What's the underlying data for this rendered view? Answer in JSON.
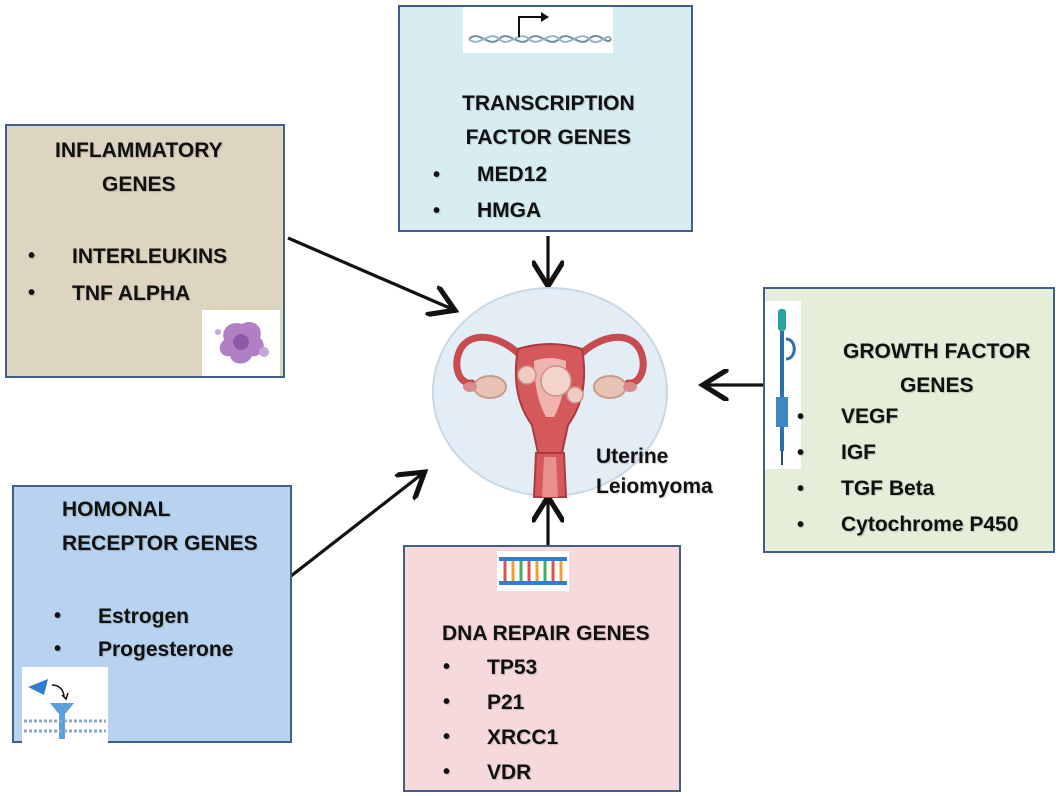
{
  "center": {
    "label_line1": "Uterine",
    "label_line2": "Leiomyoma"
  },
  "boxes": {
    "inflammatory": {
      "title_line1": "INFLAMMATORY",
      "title_line2": "GENES",
      "items": [
        "INTERLEUKINS",
        "TNF ALPHA"
      ],
      "color": "#ddd5bf",
      "icon": "immune-cell-icon"
    },
    "transcription": {
      "title_line1": "TRANSCRIPTION",
      "title_line2": "FACTOR GENES",
      "items": [
        "MED12",
        "HMGA"
      ],
      "color": "#d7edf2",
      "icon": "dna-promoter-icon"
    },
    "growth": {
      "title_line1": "GROWTH FACTOR",
      "title_line2": "GENES",
      "items": [
        "VEGF",
        "IGF",
        "TGF Beta",
        "Cytochrome P450"
      ],
      "color": "#e4eed9",
      "icon": "pipette-icon"
    },
    "hormonal": {
      "title_line1": "HOMONAL",
      "title_line2": "RECEPTOR GENES",
      "items": [
        "Estrogen",
        "Progesterone"
      ],
      "color": "#b8d3ef",
      "icon": "membrane-receptor-icon"
    },
    "dna_repair": {
      "title_line1": "DNA REPAIR GENES",
      "items": [
        "TP53",
        "P21",
        "XRCC1",
        "VDR"
      ],
      "color": "#f6d9db",
      "icon": "dna-repair-icon"
    }
  }
}
